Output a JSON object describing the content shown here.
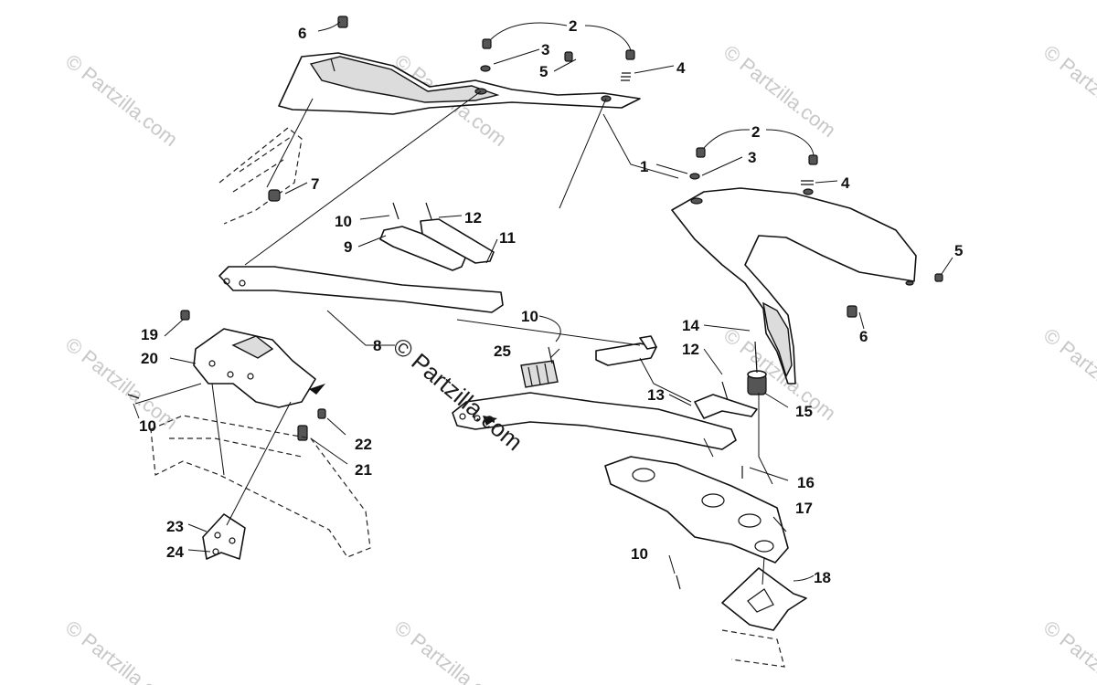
{
  "diagram": {
    "callouts": [
      "1",
      "2",
      "3",
      "4",
      "5",
      "6",
      "7",
      "8",
      "9",
      "10",
      "11",
      "12",
      "13",
      "14",
      "15",
      "16",
      "17",
      "18",
      "19",
      "20",
      "21",
      "22",
      "23",
      "24",
      "25"
    ],
    "watermark": "© Partzilla.com"
  }
}
